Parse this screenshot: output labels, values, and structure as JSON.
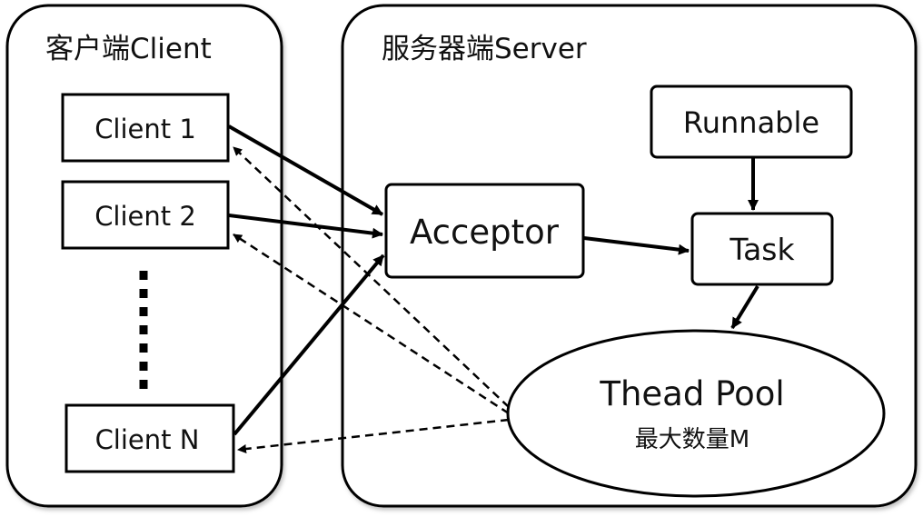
{
  "client_group": {
    "title": "客户端Client",
    "clients": [
      "Client 1",
      "Client 2",
      "Client N"
    ]
  },
  "server_group": {
    "title": "服务器端Server",
    "acceptor": "Acceptor",
    "runnable": "Runnable",
    "task": "Task",
    "thread_pool": {
      "title": "Thead Pool",
      "subtitle": "最大数量M"
    }
  },
  "edges": [
    {
      "from": "Client 1",
      "to": "Acceptor",
      "style": "solid"
    },
    {
      "from": "Client 2",
      "to": "Acceptor",
      "style": "solid"
    },
    {
      "from": "Client N",
      "to": "Acceptor",
      "style": "solid"
    },
    {
      "from": "Acceptor",
      "to": "Task",
      "style": "solid"
    },
    {
      "from": "Runnable",
      "to": "Task",
      "style": "solid"
    },
    {
      "from": "Task",
      "to": "Thead Pool",
      "style": "solid"
    },
    {
      "from": "Thead Pool",
      "to": "Client 1",
      "style": "dashed"
    },
    {
      "from": "Thead Pool",
      "to": "Client 2",
      "style": "dashed"
    },
    {
      "from": "Thead Pool",
      "to": "Client N",
      "style": "dashed"
    }
  ]
}
